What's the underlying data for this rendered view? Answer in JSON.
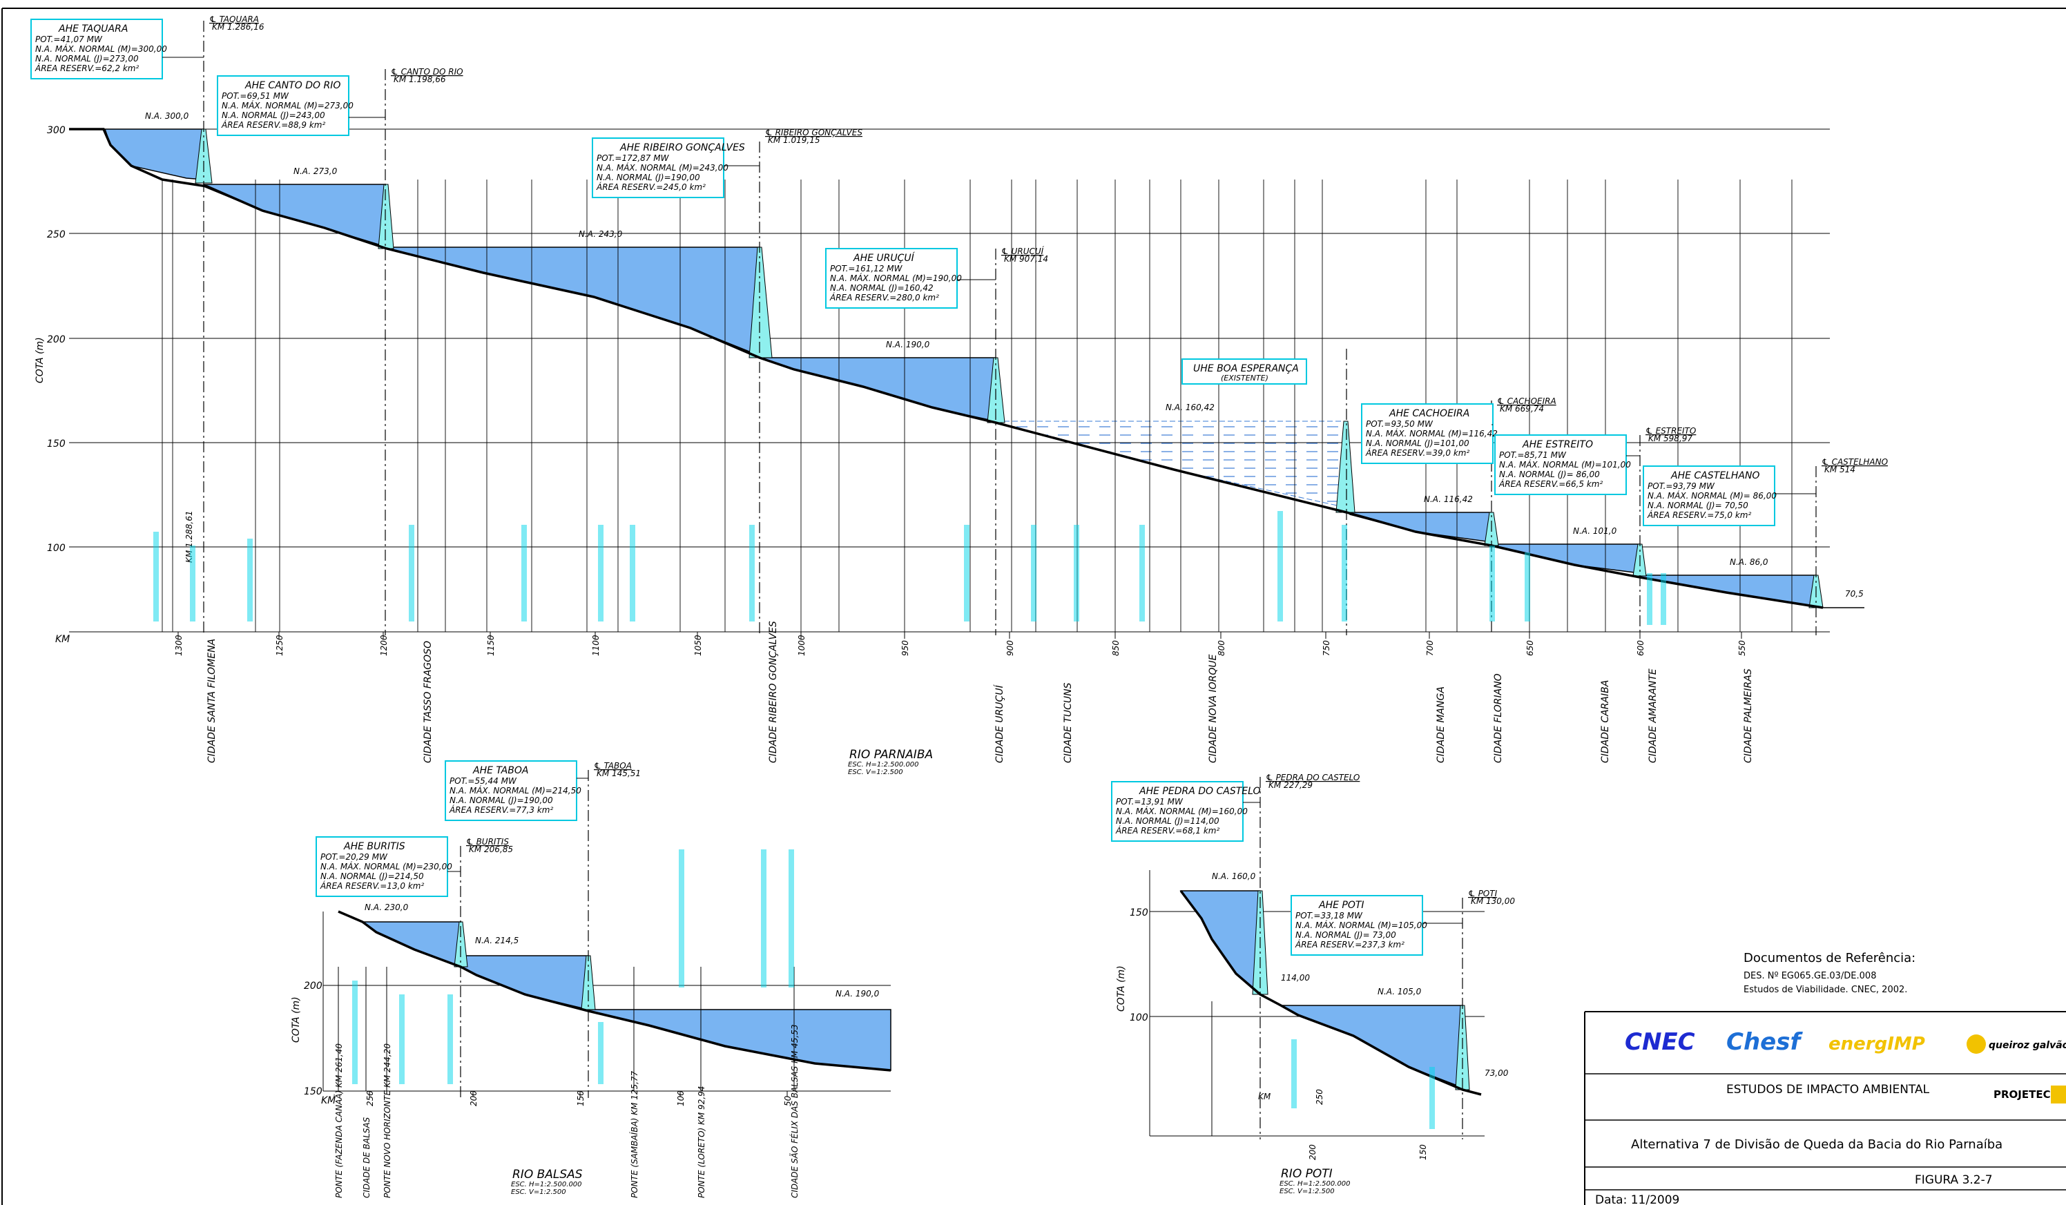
{
  "main_profile": {
    "river_label": "RIO PARNAIBA",
    "scale_h": "ESC. H=1:2.500.000",
    "scale_v": "ESC. V=1:2.500",
    "axis_label": "COTA (m)",
    "km_label": "KM",
    "y_ticks": [
      "300",
      "250",
      "200",
      "150",
      "100"
    ],
    "km_ticks": [
      "1300",
      "1250",
      "1200",
      "1150",
      "1100",
      "1050",
      "1000",
      "950",
      "900",
      "850",
      "800",
      "750",
      "700",
      "650",
      "600",
      "550"
    ],
    "cities": [
      "CIDADE SANTA FILOMENA",
      "CIDADE TASSO FRAGOSO",
      "CIDADE RIBEIRO GONÇALVES",
      "CIDADE URUÇUÍ",
      "CIDADE TUCUNS",
      "CIDADE NOVA IORQUE",
      "CIDADE MANGA",
      "CIDADE FLORIANO",
      "CIDADE CARAIBA",
      "CIDADE AMARANTE",
      "CIDADE PALMEIRAS"
    ],
    "water_levels": [
      "N.A. 300,0",
      "N.A. 273,0",
      "N.A. 243,0",
      "N.A. 190,0",
      "N.A. 160,42",
      "N.A. 116,42",
      "N.A. 101,0",
      "N.A. 86,0",
      "70,5"
    ],
    "km_mark": "KM 1.288,61",
    "existing": {
      "name": "UHE BOA ESPERANÇA",
      "note": "(EXISTENTE)"
    },
    "dams": [
      {
        "name": "AHE TAQUARA",
        "pot": "POT.=41,07  MW",
        "nam": "N.A. MÁX. NORMAL (M)=300,00",
        "nan": "N.A. NORMAL        (J)=273,00",
        "area": "ÁREA RESERV.=62,2  km²",
        "axis": "TAQUARA",
        "km": "KM 1.286,16"
      },
      {
        "name": "AHE CANTO DO RIO",
        "pot": "POT.=69,51  MW",
        "nam": "N.A. MÁX. NORMAL (M)=273,00",
        "nan": "N.A. NORMAL        (J)=243,00",
        "area": "ÁREA RESERV.=88,9  km²",
        "axis": "CANTO DO RIO",
        "km": "KM 1.198,66"
      },
      {
        "name": "AHE RIBEIRO GONÇALVES",
        "pot": "POT.=172,87  MW",
        "nam": "N.A. MÁX. NORMAL (M)=243,00",
        "nan": "N.A. NORMAL        (J)=190,00",
        "area": "ÁREA RESERV.=245,0  km²",
        "axis": "RIBEIRO GONÇALVES",
        "km": "KM 1.019,15"
      },
      {
        "name": "AHE URUÇUÍ",
        "pot": "POT.=161,12  MW",
        "nam": "N.A. MÁX. NORMAL (M)=190,00",
        "nan": "N.A. NORMAL        (J)=160,42",
        "area": "ÁREA RESERV.=280,0  km²",
        "axis": "URUÇUÍ",
        "km": "KM 907,14"
      },
      {
        "name": "AHE CACHOEIRA",
        "pot": "POT.=93,50  MW",
        "nam": "N.A. MÁX. NORMAL (M)=116,42",
        "nan": "N.A. NORMAL        (J)=101,00",
        "area": "ÁREA RESERV.=39,0  km²",
        "axis": "CACHOEIRA",
        "km": "KM 669,74"
      },
      {
        "name": "AHE ESTREITO",
        "pot": "POT.=85,71  MW",
        "nam": "N.A. MÁX. NORMAL (M)=101,00",
        "nan": "N.A. NORMAL        (J)= 86,00",
        "area": "ÁREA RESERV.=66,5  km²",
        "axis": "ESTREITO",
        "km": "KM 598,97"
      },
      {
        "name": "AHE CASTELHANO",
        "pot": "POT.=93,79  MW",
        "nam": "N.A. MÁX. NORMAL (M)= 86,00",
        "nan": "N.A. NORMAL        (J)= 70,50",
        "area": "ÁREA RESERV.=75,0  km²",
        "axis": "CASTELHANO",
        "km": "KM 514"
      }
    ]
  },
  "balsas_profile": {
    "river_label": "RIO BALSAS",
    "scale_h": "ESC. H=1:2.500.000",
    "scale_v": "ESC. V=1:2.500",
    "axis_label": "COTA (m)",
    "km_label": "KM",
    "y_ticks": [
      "200",
      "150"
    ],
    "km_ticks": [
      "250",
      "200",
      "150",
      "100",
      "50"
    ],
    "water_levels": [
      "N.A. 230,0",
      "N.A. 214,5",
      "N.A. 190,0"
    ],
    "places": [
      "PONTE (FAZENDA CANAÃ) KM 261,40",
      "CIDADE DE BALSAS",
      "PONTE NOVO HORIZONTE KM 244,20",
      "PONTE (SAMBAÍBA) KM 125,77",
      "PONTE (LORETO) KM 92,94",
      "CIDADE SÃO FÉLIX DAS BALSAS KM 45,53"
    ],
    "dams": [
      {
        "name": "AHE BURITIS",
        "pot": "POT.=20,29  MW",
        "nam": "N.A. MÁX. NORMAL (M)=230,00",
        "nan": "N.A. NORMAL        (J)=214,50",
        "area": "ÁREA RESERV.=13,0  km²",
        "axis": "BURITIS",
        "km": "KM 206,85"
      },
      {
        "name": "AHE TABOA",
        "pot": "POT.=55,44  MW",
        "nam": "N.A. MÁX. NORMAL (M)=214,50",
        "nan": "N.A. NORMAL        (J)=190,00",
        "area": "ÁREA RESERV.=77,3  km²",
        "axis": "TABOA",
        "km": "KM 145,51"
      }
    ]
  },
  "poti_profile": {
    "river_label": "RIO POTI",
    "scale_h": "ESC. H=1:2.500.000",
    "scale_v": "ESC. V=1:2.500",
    "axis_label": "COTA (m)",
    "km_label": "KM",
    "y_ticks": [
      "150",
      "100"
    ],
    "km_ticks": [
      "250",
      "200",
      "150"
    ],
    "water_levels": [
      "N.A. 160,0",
      "114,00",
      "N.A. 105,0",
      "73,00"
    ],
    "dams": [
      {
        "name": "AHE PEDRA DO CASTELO",
        "pot": "POT.=13,91  MW",
        "nam": "N.A. MÁX. NORMAL (M)=160,00",
        "nan": "N.A. NORMAL        (J)=114,00",
        "area": "ÁREA RESERV.=68,1  km²",
        "axis": "PEDRA DO CASTELO",
        "km": "KM 227,29"
      },
      {
        "name": "AHE POTI",
        "pot": "POT.=33,18  MW",
        "nam": "N.A. MÁX. NORMAL (M)=105,00",
        "nan": "N.A. NORMAL        (J)= 73,00",
        "area": "ÁREA RESERV.=237,3  km²",
        "axis": "POTI",
        "km": "KM 130,00"
      }
    ]
  },
  "references": {
    "title": "Documentos de Referência:",
    "line1": "DES. Nº EG065.GE.03/DE.008",
    "line2": "Estudos de Viabilidade. CNEC, 2002."
  },
  "title_block": {
    "logos": [
      "CNEC",
      "Chesf",
      "energIMP",
      "queiroz galvão",
      "PROJETEC"
    ],
    "study": "ESTUDOS DE IMPACTO AMBIENTAL",
    "title": "Alternativa 7 de Divisão de Queda da Bacia do Rio Parnaíba",
    "figure": "FIGURA 3.2-7",
    "date": "Data: 11/2009"
  },
  "colors": {
    "water": "#79b4f2",
    "dam": "#8ff0ee",
    "box_border": "#00c8e0",
    "cnec": "#1d2bd1",
    "chesf": "#1d6fd6",
    "energ": "#f2c200"
  }
}
